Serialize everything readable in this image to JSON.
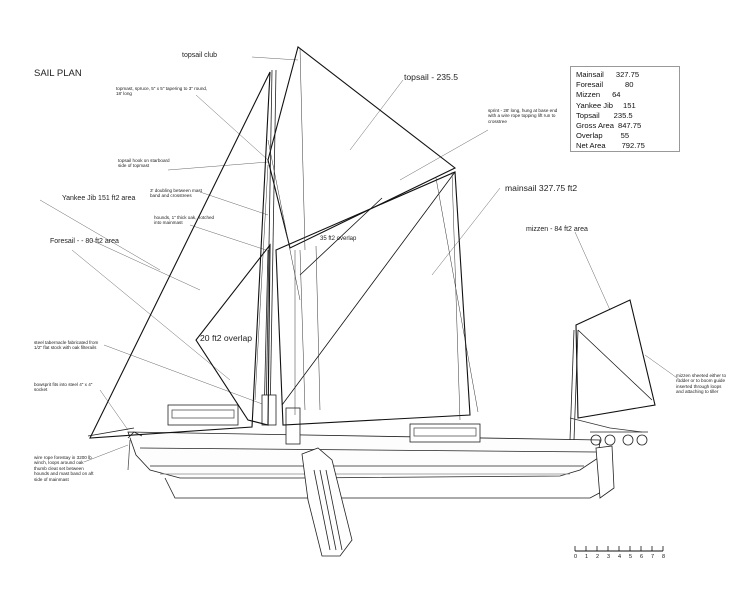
{
  "title": "SAIL PLAN",
  "labels": {
    "topsail_club": "topsail club",
    "topsail": "topsail - 235.5",
    "mainsail": "mainsail 327.75 ft2",
    "yankee_jib": "Yankee Jib 151 ft2 area",
    "foresail": "Foresail - - 80 ft2 area",
    "mizzen": "mizzen - 84 ft2 area",
    "overlap_35": "35 ft2 overlap",
    "overlap_20": "20 ft2 overlap",
    "topmast_note": "topmast, spruce, 5\" x 5\" tapering to 3\" round, 18' long",
    "sprit_note": "sprint - 28' long, hung at base end with a wire rope topping lift run to crosstree",
    "topsail_hook_note": "topsail hook on starboard side of topmast",
    "doubling_note": "3' doubling between mast band and crosstrees",
    "hounds_note": "hounds, 1\" thick oak, notched into mainmast",
    "tabernacle_note": "steel tabernacle fabricated from 1/2\" flat stock with oak filterails",
    "bowsprit_note": "bowsprit fits into steel 4\" x 4\" socket",
    "forestay_note": "wire rope forestay in 3200 lb winch, loops around oak thumb cleat set between hounds and mast band on aft side of mainmast",
    "mizzen_sheet_note": "mizzen sheeted either to rudder or to boom guide inserted through loops and attaching to tiller"
  },
  "areas": [
    {
      "name": "Mainsail",
      "value": "327.75"
    },
    {
      "name": "Foresail",
      "value": "80"
    },
    {
      "name": "Mizzen",
      "value": "64"
    },
    {
      "name": "Yankee Jib",
      "value": "151"
    },
    {
      "name": "Topsail",
      "value": "235.5"
    },
    {
      "name": "Gross Area",
      "value": "847.75"
    },
    {
      "name": "Overlap",
      "value": "55"
    },
    {
      "name": "Net Area",
      "value": "792.75"
    }
  ],
  "scale": {
    "ticks": [
      "0",
      "1",
      "2",
      "3",
      "4",
      "5",
      "6",
      "7",
      "8"
    ]
  }
}
